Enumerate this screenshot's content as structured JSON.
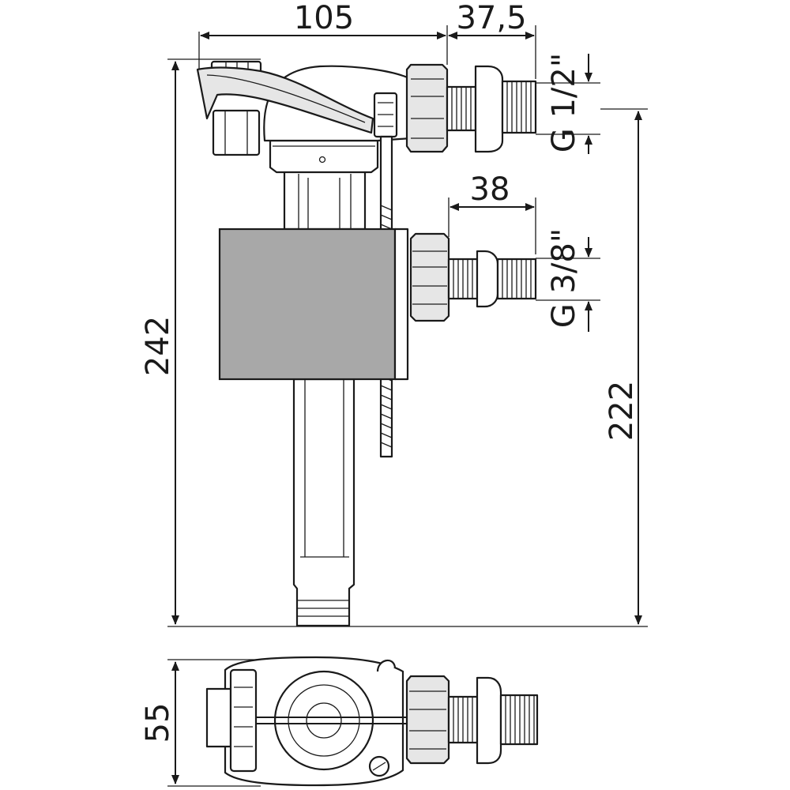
{
  "dimensions": {
    "width_top": "105",
    "width_outlet": "37,5",
    "width_lower_outlet": "38",
    "height_total": "242",
    "height_outlet": "222",
    "depth": "55",
    "thread_upper": "G 1/2\"",
    "thread_lower": "G 3/8\""
  },
  "colors": {
    "line": "#1a1a1a",
    "float_box": "#a8a8a8",
    "part_fill": "#ffffff",
    "nut_fill": "#e6e6e6"
  }
}
